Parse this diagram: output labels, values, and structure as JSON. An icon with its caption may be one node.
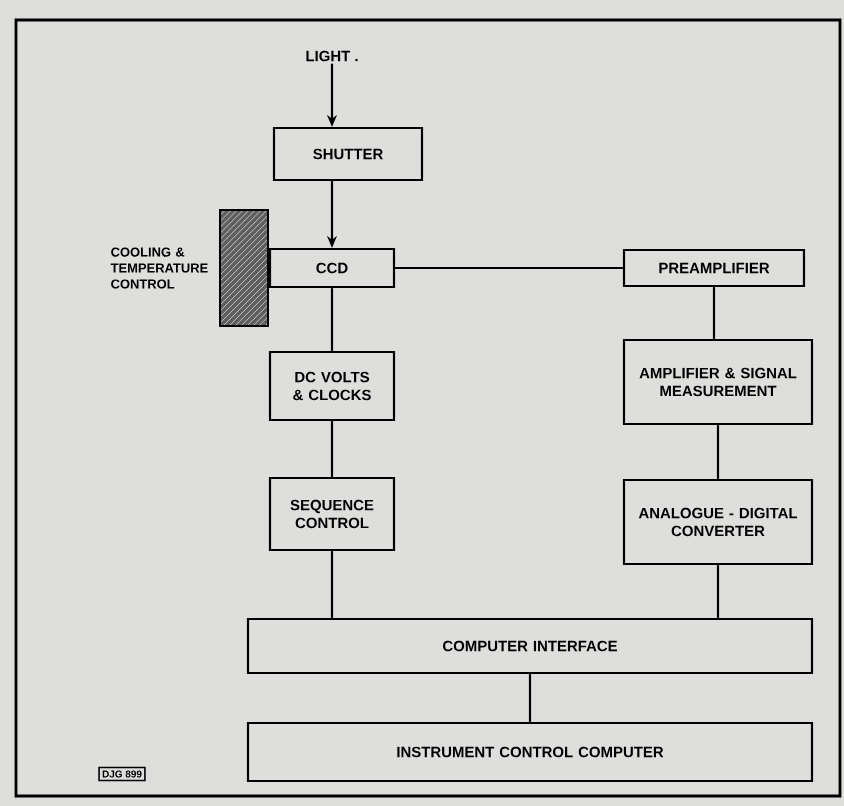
{
  "diagram": {
    "nodes": [
      {
        "text": [
          "LIGHT ."
        ]
      },
      {
        "text": [
          "SHUTTER"
        ]
      },
      {
        "text": [
          "CCD"
        ]
      },
      {
        "text": [],
        "shape": "box",
        "beside": [
          "COOLING & TEMPERATURE CONTROL"
        ]
      },
      {
        "text": [
          "PREAMPLIFIER"
        ]
      },
      {
        "text": [
          "DC VOLTS & CLOCKS"
        ]
      },
      {
        "text": [
          "AMPLIFIER & SIGNAL MEASUREMENT"
        ]
      },
      {
        "text": [
          "SEQUENCE CONTROL"
        ]
      },
      {
        "text": [
          "ANALOGUE - DIGITAL CONVERTER"
        ]
      },
      {
        "text": [
          "COMPUTER INTERFACE"
        ]
      },
      {
        "text": [
          "INSTRUMENT CONTROL COMPUTER"
        ]
      }
    ],
    "edges": [
      {
        "from": 0,
        "to": 1,
        "arrow": "to"
      },
      {
        "from": 1,
        "to": 2,
        "arrow": "to"
      },
      {
        "from": 2,
        "to": 4,
        "arrow": "none"
      },
      {
        "from": 2,
        "to": 5,
        "arrow": "none"
      },
      {
        "from": 5,
        "to": 7,
        "arrow": "none"
      },
      {
        "from": 7,
        "to": 9,
        "arrow": "none"
      },
      {
        "from": 4,
        "to": 6,
        "arrow": "none"
      },
      {
        "from": 6,
        "to": 8,
        "arrow": "none"
      },
      {
        "from": 8,
        "to": 9,
        "arrow": "none"
      },
      {
        "from": 9,
        "to": 10,
        "arrow": "none"
      }
    ],
    "labels": [
      "DJG 899"
    ]
  }
}
